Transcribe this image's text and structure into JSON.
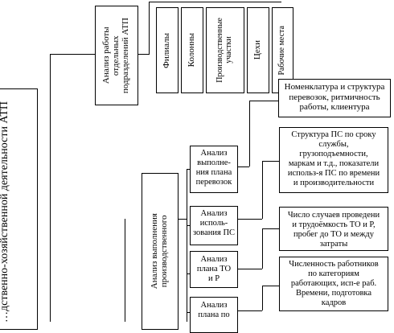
{
  "root_label": "…дственно-хозяйственной деятельности АТП",
  "units_analysis": {
    "label": "Анализ работы\nотдельных\nподразделений АТП",
    "units": [
      {
        "label": "Филиалы"
      },
      {
        "label": "Колонны"
      },
      {
        "label": "Производственные\nучастки"
      },
      {
        "label": "Цехи"
      },
      {
        "label": "Рабочие места"
      }
    ]
  },
  "production_analysis": {
    "label": "Анализ выполнения\nпроизводственного",
    "items": [
      {
        "label": "Анализ\nвыполне-\nния плана\nперевозок",
        "detail": "Номенклатура и структура\nперевозок, ритмичность\nработы, клиентура"
      },
      {
        "label": "Анализ\nисполь-\nзования ПС",
        "detail": "Структура ПС по сроку\nслужбы,\nгрузоподъемности,\nмаркам и т.д., показатели\nиспольз-я ПС по времени\nи производительности"
      },
      {
        "label": "Анализ\nплана ТО\nи Р",
        "detail": "Число случаев проведени\nи трудоёмкость ТО и Р,\nпробег до ТО и между\nзатраты"
      },
      {
        "label": "Анализ\nплана по",
        "detail": "Численность работников\nпо категориям\nработающих, исп-е раб.\nВремени, подготовка\nкадров"
      }
    ]
  }
}
